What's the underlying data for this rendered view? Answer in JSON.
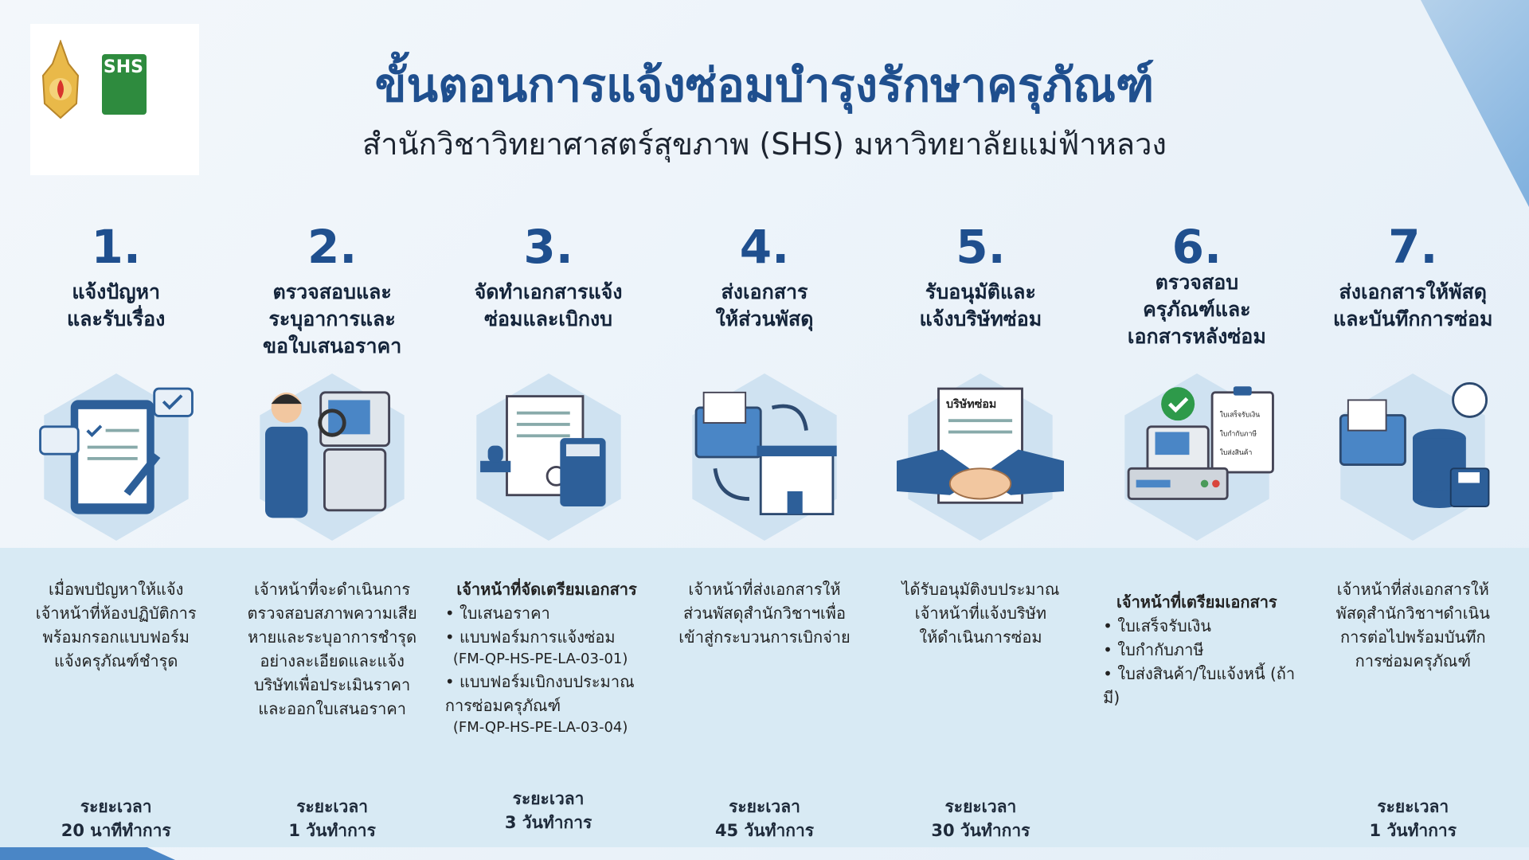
{
  "header": {
    "title": "ขั้นตอนการแจ้งซ่อมบำรุงรักษาครุภัณฑ์",
    "subtitle": "สำนักวิชาวิทยาศาสตร์สุขภาพ (SHS) มหาวิทยาลัยแม่ฟ้าหลวง",
    "logo_text": "SHS"
  },
  "steps": [
    {
      "num": "1.",
      "title": [
        "แจ้งปัญหา",
        "และรับเรื่อง"
      ],
      "desc": [
        "เมื่อพบปัญหาให้แจ้ง",
        "เจ้าหน้าที่ห้องปฏิบัติการ",
        "พร้อมกรอกแบบฟอร์ม",
        "แจ้งครุภัณฑ์ชำรุด"
      ],
      "dur_label": "ระยะเวลา",
      "dur": "20 นาทีทำการ"
    },
    {
      "num": "2.",
      "title": [
        "ตรวจสอบและ",
        "ระบุอาการและ",
        "ขอใบเสนอราคา"
      ],
      "desc": [
        "เจ้าหน้าที่จะดำเนินการ",
        "ตรวจสอบสภาพความเสีย",
        "หายและระบุอาการชำรุด",
        "อย่างละเอียดและแจ้ง",
        "บริษัทเพื่อประเมินราคา",
        "และออกใบเสนอราคา"
      ],
      "dur_label": "ระยะเวลา",
      "dur": "1 วันทำการ"
    },
    {
      "num": "3.",
      "title": [
        "จัดทำเอกสารแจ้ง",
        "ซ่อมและเบิกงบ"
      ],
      "lead": "เจ้าหน้าที่จัดเตรียมเอกสาร",
      "items": [
        "ใบเสนอราคา",
        "แบบฟอร์มการแจ้งซ่อม",
        "แบบฟอร์มเบิกงบประมาณ การซ่อมครุภัณฑ์"
      ],
      "codes": [
        "(FM-QP-HS-PE-LA-03-01)",
        "(FM-QP-HS-PE-LA-03-04)"
      ],
      "dur_label": "ระยะเวลา",
      "dur": "3 วันทำการ"
    },
    {
      "num": "4.",
      "title": [
        "ส่งเอกสาร",
        "ให้ส่วนพัสดุ"
      ],
      "desc": [
        "เจ้าหน้าที่ส่งเอกสารให้",
        "ส่วนพัสดุสำนักวิชาฯเพื่อ",
        "เข้าสู่กระบวนการเบิกจ่าย"
      ],
      "dur_label": "ระยะเวลา",
      "dur": "45 วันทำการ"
    },
    {
      "num": "5.",
      "title": [
        "รับอนุมัติและ",
        "แจ้งบริษัทซ่อม"
      ],
      "icon_text": "บริษัทซ่อม",
      "desc": [
        "ได้รับอนุมัติงบประมาณ",
        "เจ้าหน้าที่แจ้งบริษัท",
        "ให้ดำเนินการซ่อม"
      ],
      "dur_label": "ระยะเวลา",
      "dur": "30 วันทำการ"
    },
    {
      "num": "6.",
      "title": [
        "ตรวจสอบ",
        "ครุภัณฑ์และ",
        "เอกสารหลังซ่อม"
      ],
      "icon_items": [
        "ใบเสร็จรับเงิน",
        "ใบกำกับภาษี",
        "ใบส่งสินค้า"
      ],
      "lead": "เจ้าหน้าที่เตรียมเอกสาร",
      "items": [
        "ใบเสร็จรับเงิน",
        "ใบกำกับภาษี",
        "ใบส่งสินค้า/ใบแจ้งหนี้ (ถ้ามี)"
      ]
    },
    {
      "num": "7.",
      "title": [
        "ส่งเอกสารให้พัสดุ",
        "และบันทึกการซ่อม"
      ],
      "desc": [
        "เจ้าหน้าที่ส่งเอกสารให้",
        "พัสดุสำนักวิชาฯดำเนิน",
        "การต่อไปพร้อมบันทึก",
        "การซ่อมครุภัณฑ์"
      ],
      "dur_label": "ระยะเวลา",
      "dur": "1 วันทำการ"
    }
  ],
  "colors": {
    "primary": "#1f4f8e",
    "band": "#d8eaf4",
    "hex": "#cfe2f1"
  }
}
